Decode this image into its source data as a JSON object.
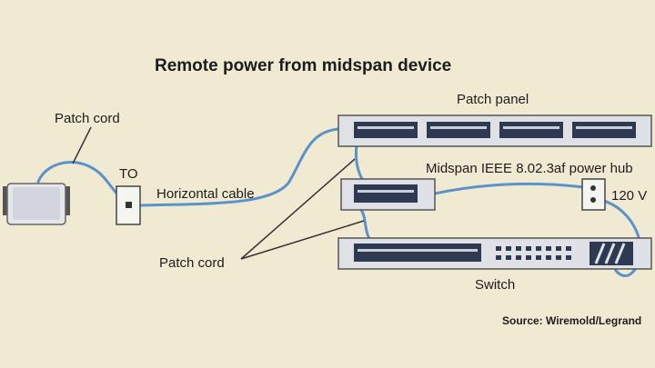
{
  "diagram": {
    "title": "Remote power from midspan device",
    "labels": {
      "patch_cord_top": "Patch cord",
      "to": "TO",
      "horizontal_cable": "Horizontal cable",
      "patch_panel": "Patch panel",
      "midspan": "Midspan IEEE 8.02.3af power hub",
      "voltage": "120 V",
      "patch_cord_bottom": "Patch cord",
      "switch": "Switch",
      "source": "Source: Wiremold/Legrand"
    }
  },
  "colors": {
    "background": "#f1ead3",
    "cable": "#5b93c9",
    "device_light": "#e2e3e9",
    "device_dark": "#2e3a52",
    "callout": "#333333"
  }
}
